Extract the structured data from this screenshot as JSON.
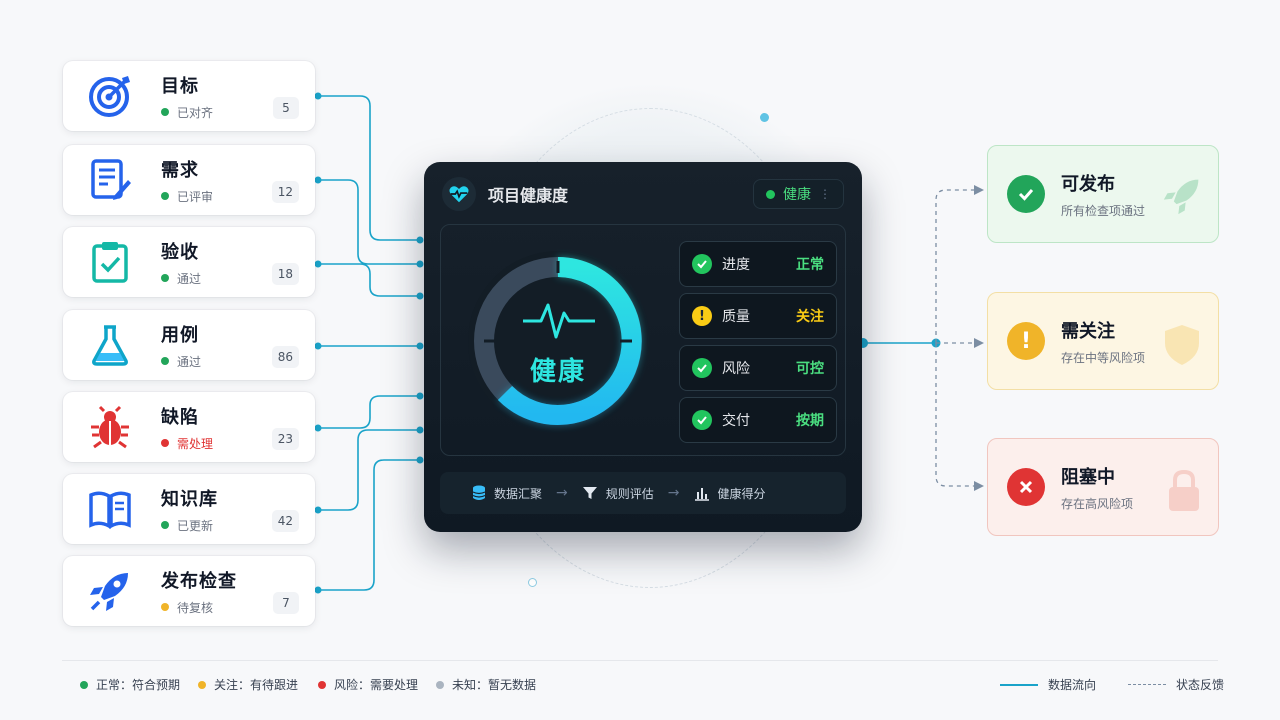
{
  "sources": [
    {
      "title": "目标",
      "status": "已对齐",
      "status_color": "#22a55a",
      "count": "5",
      "icon": "target-icon"
    },
    {
      "title": "需求",
      "status": "已评审",
      "status_color": "#22a55a",
      "count": "12",
      "icon": "document-edit-icon"
    },
    {
      "title": "验收",
      "status": "通过",
      "status_color": "#22a55a",
      "count": "18",
      "icon": "clipboard-check-icon"
    },
    {
      "title": "用例",
      "status": "通过",
      "status_color": "#22a55a",
      "count": "86",
      "icon": "flask-icon"
    },
    {
      "title": "缺陷",
      "status": "需处理",
      "status_color": "#e03434",
      "count": "23",
      "icon": "bug-icon"
    },
    {
      "title": "知识库",
      "status": "已更新",
      "status_color": "#22a55a",
      "count": "42",
      "icon": "book-icon"
    },
    {
      "title": "发布检查",
      "status": "待复核",
      "status_color": "#f0b429",
      "count": "7",
      "icon": "rocket-icon"
    }
  ],
  "panel": {
    "title": "项目健康度",
    "badge": "健康",
    "gauge_label": "健康",
    "metrics": [
      {
        "label": "进度",
        "value": "正常",
        "state": "ok",
        "value_color": "#4ade80"
      },
      {
        "label": "质量",
        "value": "关注",
        "state": "warn",
        "value_color": "#facc15"
      },
      {
        "label": "风险",
        "value": "可控",
        "state": "ok",
        "value_color": "#4ade80"
      },
      {
        "label": "交付",
        "value": "按期",
        "state": "ok",
        "value_color": "#4ade80"
      }
    ],
    "pipeline": [
      "数据汇聚",
      "规则评估",
      "健康得分"
    ]
  },
  "outcomes": [
    {
      "title": "可发布",
      "subtitle": "所有检查项通过",
      "state": "ok",
      "icon": "check-circle-icon"
    },
    {
      "title": "需关注",
      "subtitle": "存在中等风险项",
      "state": "warn",
      "icon": "warning-icon"
    },
    {
      "title": "阻塞中",
      "subtitle": "存在高风险项",
      "state": "block",
      "icon": "close-circle-icon"
    }
  ],
  "legend": {
    "normal": "正常：符合预期",
    "attention": "关注：有待跟进",
    "risk": "风险：需要处理",
    "unknown": "未知：暂无数据",
    "data_flow": "数据流向",
    "feedback": "状态反馈"
  },
  "colors": {
    "accent": "#1aa3c9",
    "ok": "#22a55a",
    "warn": "#f0b429",
    "risk": "#e03434",
    "unknown": "#aab4c0",
    "cyan": "#2ee6e0"
  }
}
